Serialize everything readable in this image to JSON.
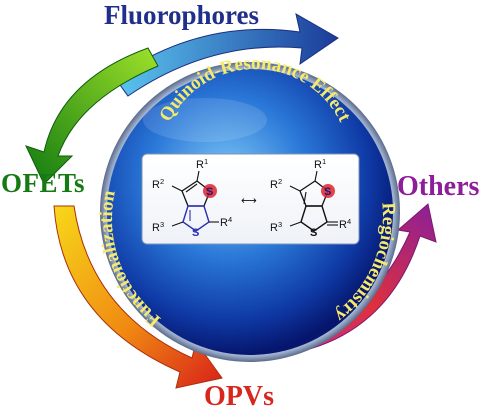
{
  "labels": {
    "fluorophores": "Fluorophores",
    "ofets": "OFETs",
    "others": "Others",
    "opvs": "OPVs"
  },
  "arc_texts": {
    "top": "Quinoid-Resonance Effect",
    "right": "Regiochemistry",
    "left": "Functionalization"
  },
  "molecule": {
    "r1": "R",
    "r1_sub": "1",
    "r2": "R",
    "r2_sub": "2",
    "r3": "R",
    "r3_sub": "3",
    "r4": "R",
    "r4_sub": "4",
    "sulfur": "S",
    "resonance_arrow": "⟷"
  },
  "colors": {
    "fluorophores": "#1f2f8a",
    "ofets": "#157a12",
    "others": "#8e1d99",
    "opvs": "#d6281e",
    "arc_text": "#f6ea6a",
    "sphere_dark": "#0a1e8c",
    "sphere_light": "#48a8ee",
    "ring_highlight": "#e2222a"
  }
}
